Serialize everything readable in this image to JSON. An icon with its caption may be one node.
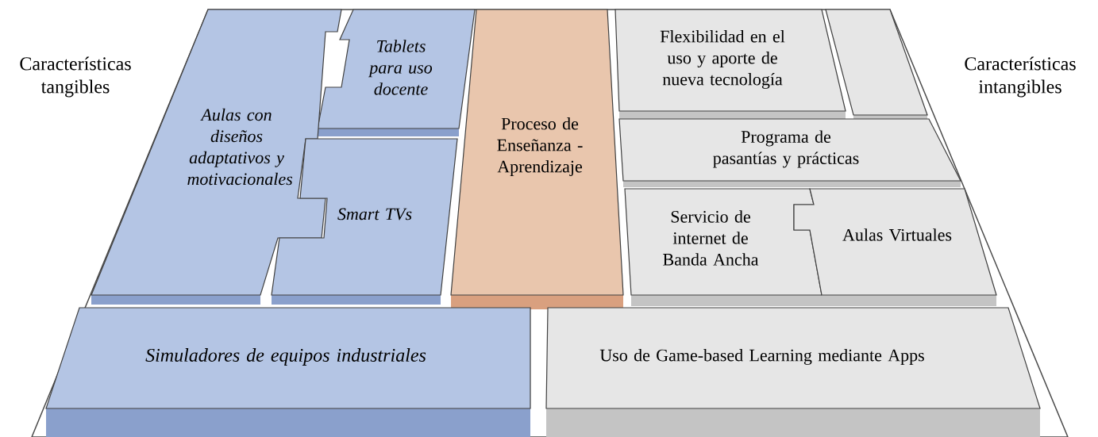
{
  "diagram": {
    "nodes": [
      {
        "text": [
          "Tablets para uso docente"
        ]
      },
      {
        "text": [
          "Aulas con diseños adaptativos y motivacionales"
        ]
      },
      {
        "text": [
          "Smart TVs"
        ]
      },
      {
        "text": [
          "Proceso de Enseñanza - Aprendizaje"
        ]
      },
      {
        "text": [
          "Flexibilidad en el uso y aporte de nueva tecnología"
        ]
      },
      {
        "text": [],
        "shape": "box"
      },
      {
        "text": [
          "Programa de pasantías y prácticas"
        ]
      },
      {
        "text": [
          "Servicio de internet de Banda Ancha"
        ]
      },
      {
        "text": [
          "Aulas Virtuales"
        ]
      },
      {
        "text": [
          "Simuladores de equipos industriales"
        ]
      },
      {
        "text": [
          "Uso de Game-based Learning mediante Apps"
        ]
      }
    ],
    "edges": [],
    "labels": [
      "Características tangibles",
      "Características intangibles"
    ]
  }
}
